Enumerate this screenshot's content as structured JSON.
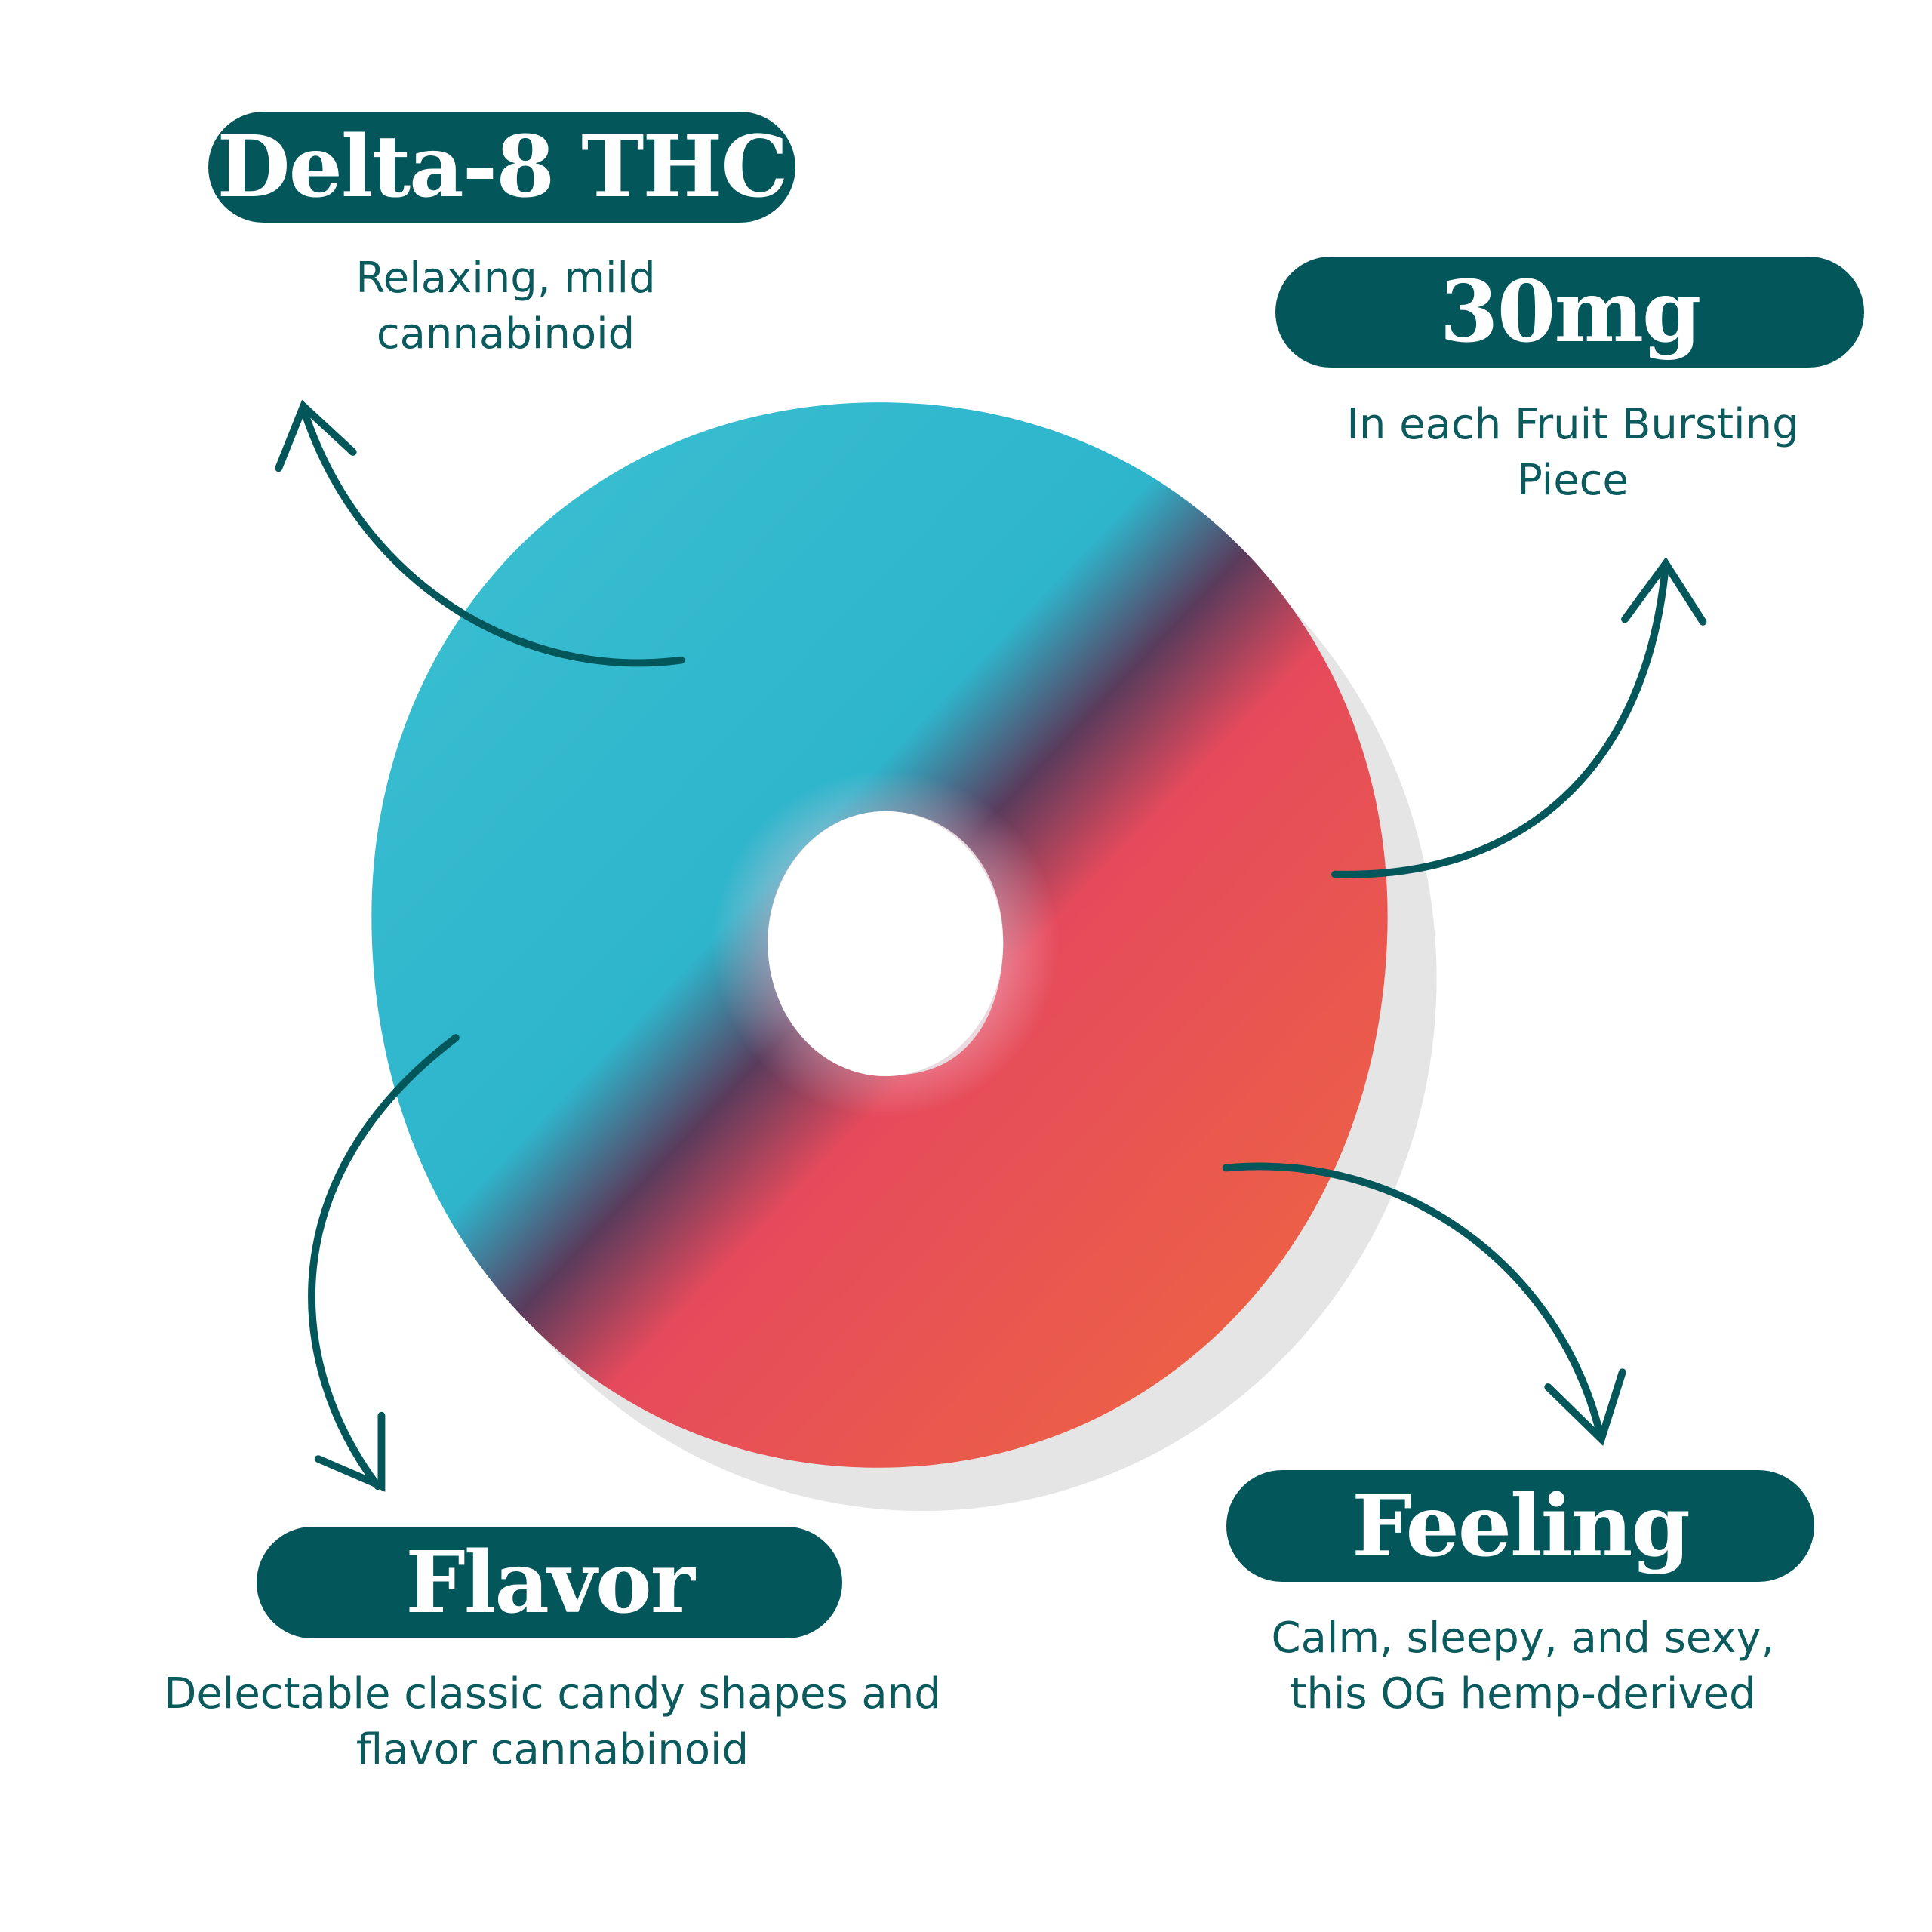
{
  "colors": {
    "accent": "#03575b",
    "text": "#0b5a5d"
  },
  "callouts": {
    "delta": {
      "title": "Delta-8 THC",
      "lines": [
        "Relaxing, mild",
        "cannabinoid"
      ]
    },
    "dose": {
      "title": "30mg",
      "lines": [
        "In each Fruit Bursting",
        "Piece"
      ]
    },
    "flavor": {
      "title": "Flavor",
      "lines": [
        "Delectable classic candy shapes and",
        "flavor cannabinoid"
      ]
    },
    "feeling": {
      "title": "Feeling",
      "lines": [
        "Calm, sleepy, and sexy,",
        "this OG hemp-derived"
      ]
    }
  }
}
